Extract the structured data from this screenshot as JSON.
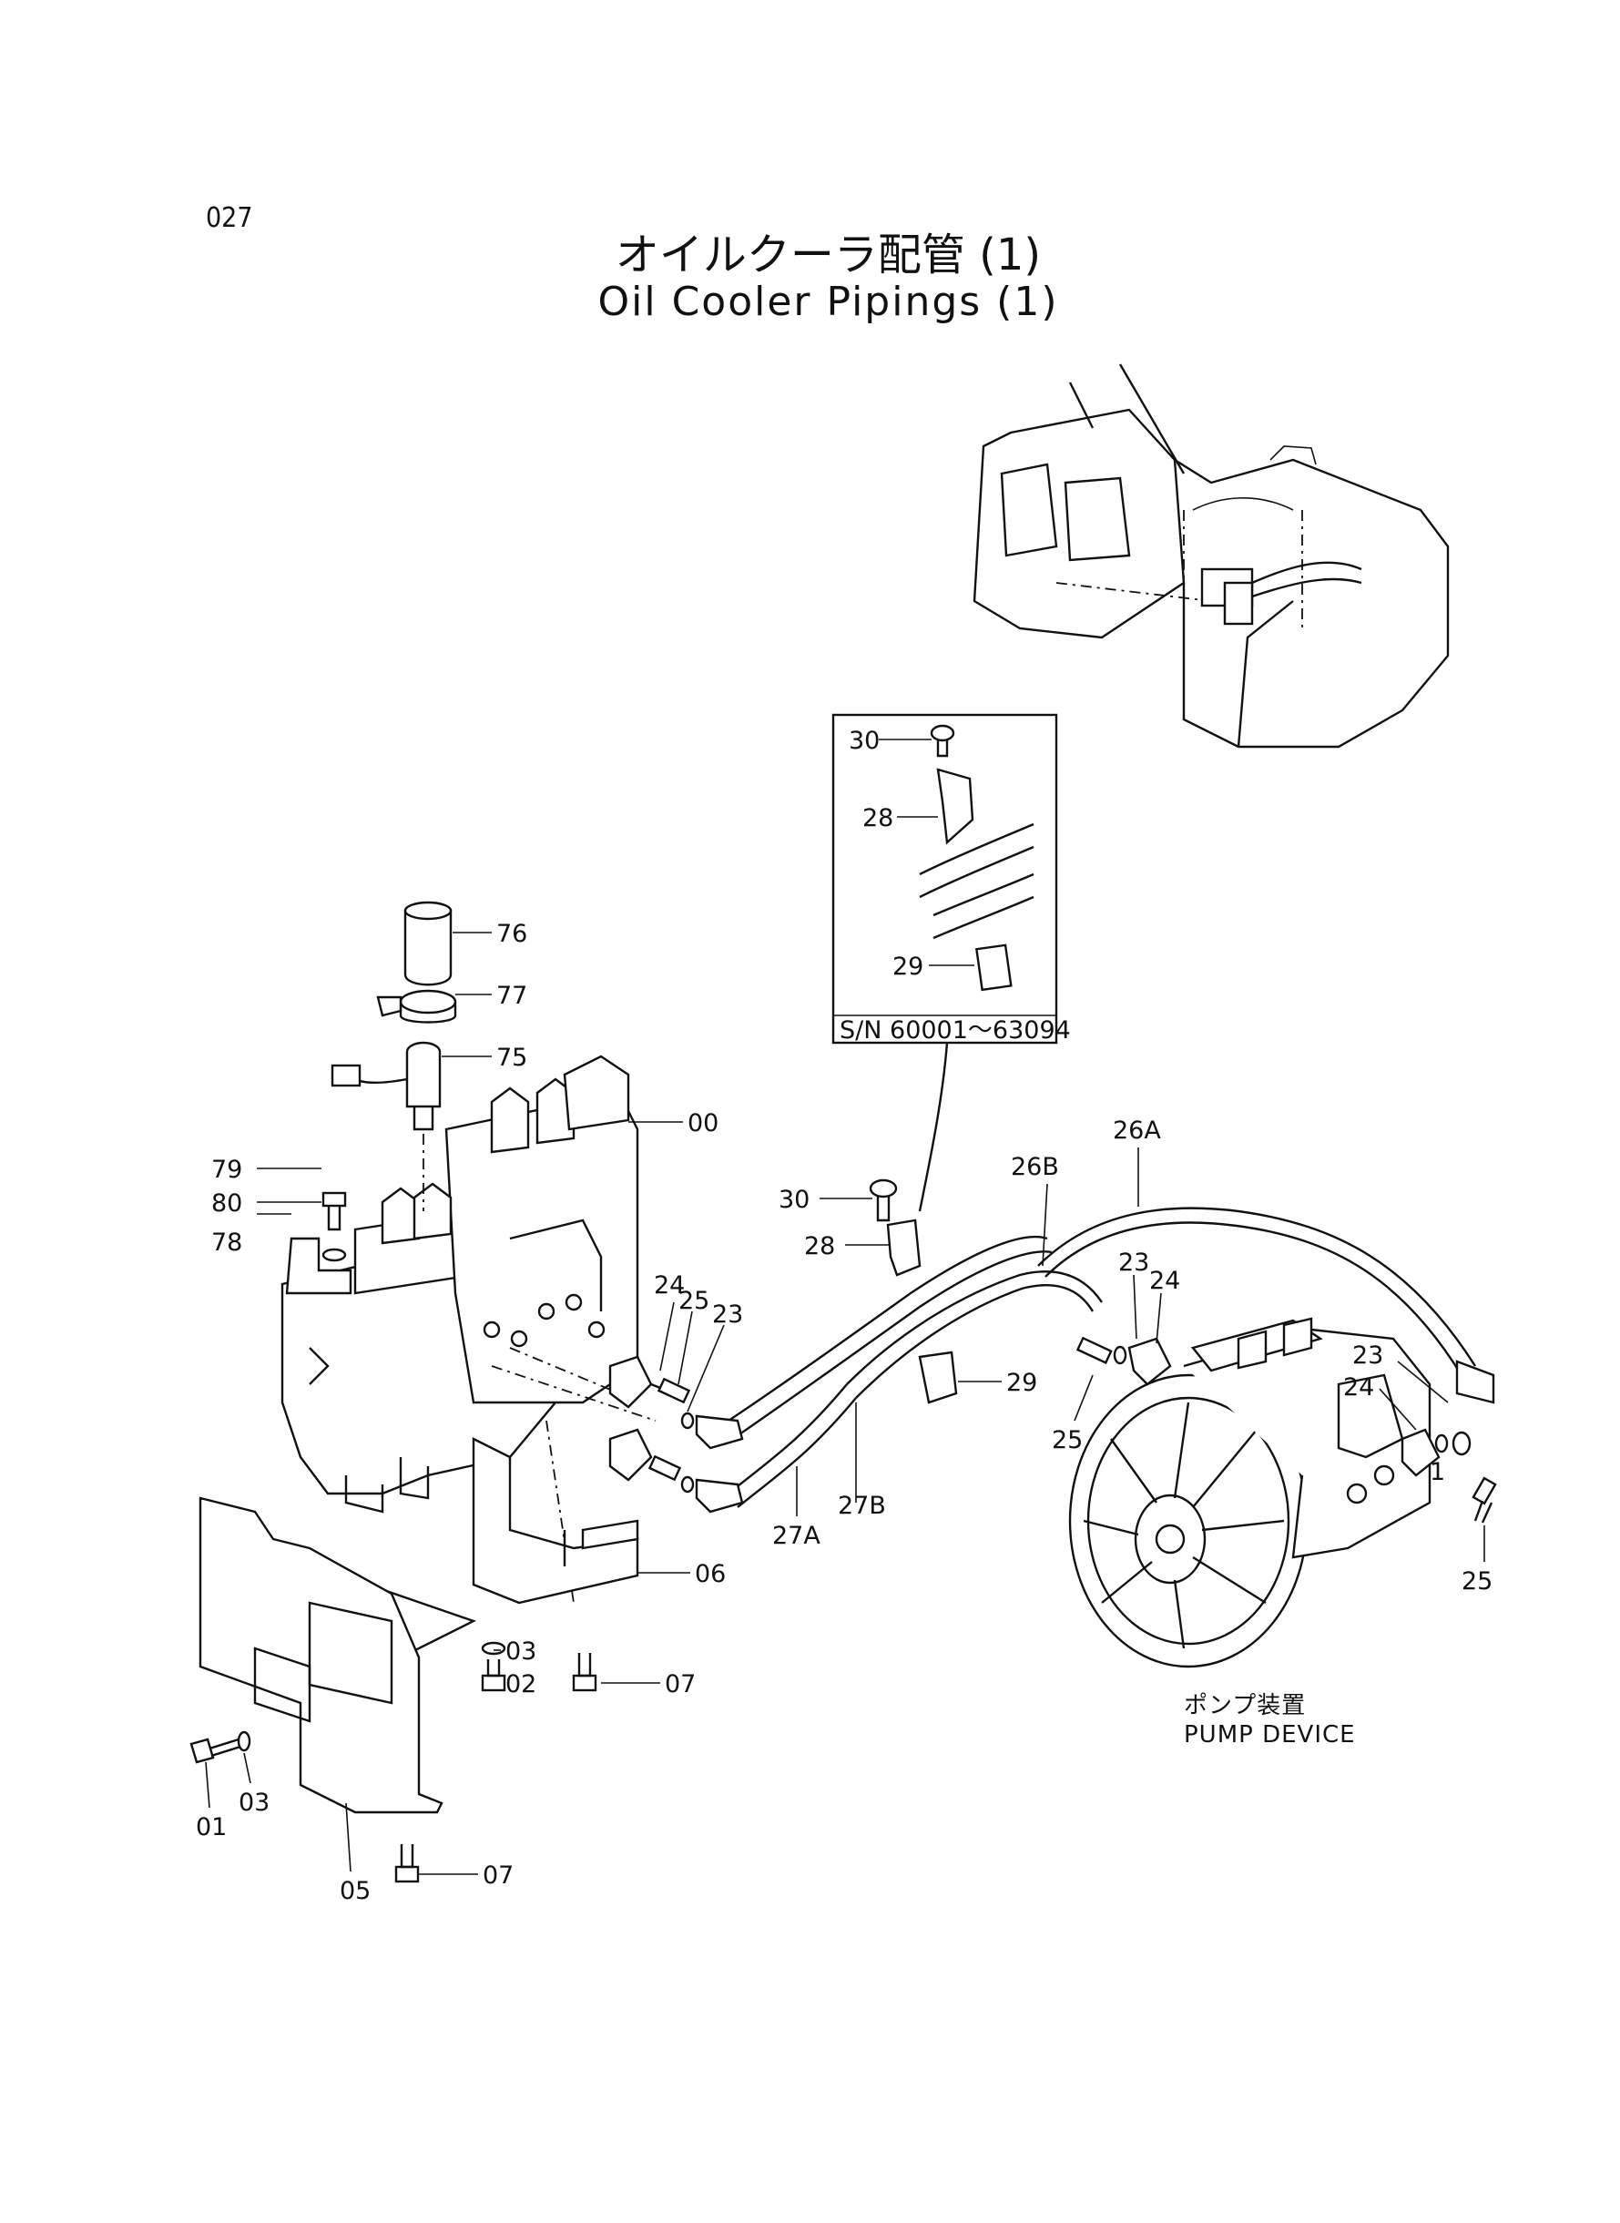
{
  "page_number": "027",
  "title_jp": "オイルクーラ配管 (1)",
  "title_en": "Oil Cooler Pipings (1)",
  "inset": {
    "serial_range": "S/N  60001～63094"
  },
  "pump_caption": {
    "jp": "ポンプ装置",
    "en": "PUMP  DEVICE"
  },
  "callouts": {
    "c00": "00",
    "c01": "01",
    "c02": "02",
    "c03a": "03",
    "c03b": "03",
    "c05": "05",
    "c06": "06",
    "c07a": "07",
    "c07b": "07",
    "c23a": "23",
    "c23b": "23",
    "c23c": "23",
    "c24a": "24",
    "c24b": "24",
    "c24c": "24",
    "c25a": "25",
    "c25b": "25",
    "c25c": "25",
    "c26A": "26A",
    "c26B": "26B",
    "c27A": "27A",
    "c27B": "27B",
    "c28a": "28",
    "c28b": "28",
    "c29a": "29",
    "c29b": "29",
    "c30a": "30",
    "c30b": "30",
    "c75": "75",
    "c76": "76",
    "c77": "77",
    "c78": "78",
    "c79": "79",
    "c80": "80",
    "c1": "1"
  }
}
